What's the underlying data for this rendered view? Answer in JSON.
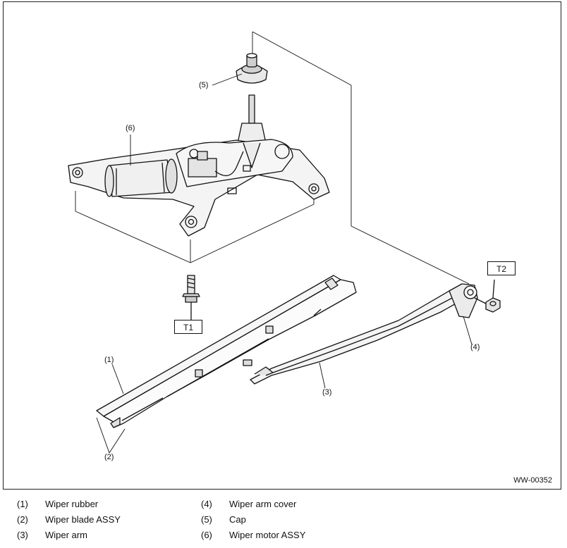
{
  "figure_id": "WW-00352",
  "torque_labels": {
    "t1": "T1",
    "t2": "T2"
  },
  "callouts": {
    "c1": "(1)",
    "c2": "(2)",
    "c3": "(3)",
    "c4": "(4)",
    "c5": "(5)",
    "c6": "(6)"
  },
  "legend": [
    {
      "num": "(1)",
      "text": "Wiper rubber"
    },
    {
      "num": "(2)",
      "text": "Wiper blade ASSY"
    },
    {
      "num": "(3)",
      "text": "Wiper arm"
    },
    {
      "num": "(4)",
      "text": "Wiper arm cover"
    },
    {
      "num": "(5)",
      "text": "Cap"
    },
    {
      "num": "(6)",
      "text": "Wiper motor ASSY"
    }
  ]
}
